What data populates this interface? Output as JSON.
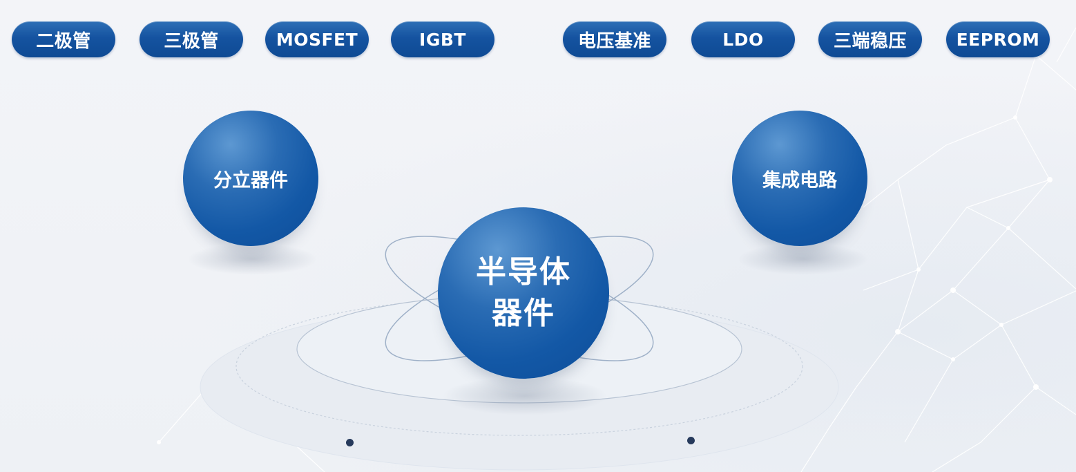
{
  "left_group": {
    "label": "分立器件",
    "items": [
      "二极管",
      "三极管",
      "MOSFET",
      "IGBT"
    ]
  },
  "right_group": {
    "label": "集成电路",
    "items": [
      "电压基准",
      "LDO",
      "三端稳压",
      "EEPROM"
    ]
  },
  "center": {
    "label": "半导体器件"
  },
  "colors": {
    "node_blue": "#1358a6",
    "line_blue": "#3a6fb2",
    "background": "#f1f3f7"
  }
}
